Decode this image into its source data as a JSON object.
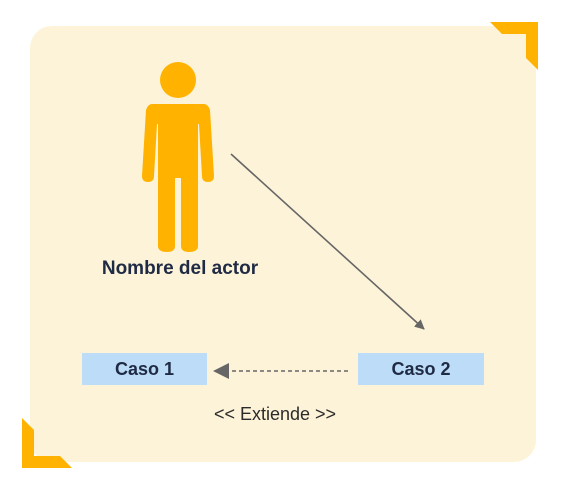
{
  "diagram": {
    "actor": {
      "label": "Nombre del actor",
      "icon": "person-icon"
    },
    "use_cases": [
      {
        "label": "Caso 1"
      },
      {
        "label": "Caso 2"
      }
    ],
    "relationships": [
      {
        "from": "actor",
        "to": "Caso 2",
        "kind": "association"
      },
      {
        "from": "Caso 2",
        "to": "Caso 1",
        "kind": "extend",
        "label": "<< Extiende >>"
      }
    ]
  },
  "colors": {
    "background": "#fdf3d8",
    "accent": "#ffb300",
    "use_case_fill": "#bcdcf7",
    "text": "#1f2a44",
    "line": "#666666"
  }
}
